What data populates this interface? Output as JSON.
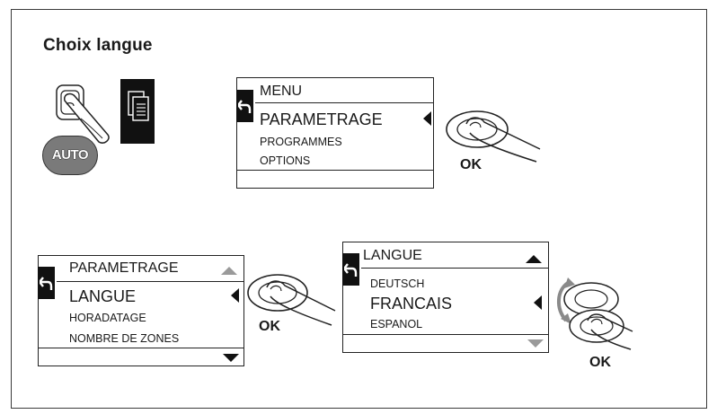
{
  "title": "Choix langue",
  "icons": {
    "auto_button": "AUTO",
    "menu_key": "document-stack-icon",
    "finger": "pointing-finger-icon",
    "back": "return-arrow-icon",
    "rotate": "rotate-arrows-icon"
  },
  "screens": [
    {
      "header": "MENU",
      "selected": "PARAMETRAGE",
      "items": [
        "PROGRAMMES",
        "OPTIONS"
      ]
    },
    {
      "header": "PARAMETRAGE",
      "selected": "LANGUE",
      "items": [
        "HORADATAGE",
        "NOMBRE DE ZONES"
      ]
    },
    {
      "header": "LANGUE",
      "above": "DEUTSCH",
      "selected": "FRANCAIS",
      "items": [
        "ESPANOL"
      ]
    }
  ],
  "ok_label": "OK",
  "colors": {
    "dark": "#111111",
    "grey_arrow": "#9a9a9a",
    "auto_button": "#7a7a7a"
  }
}
